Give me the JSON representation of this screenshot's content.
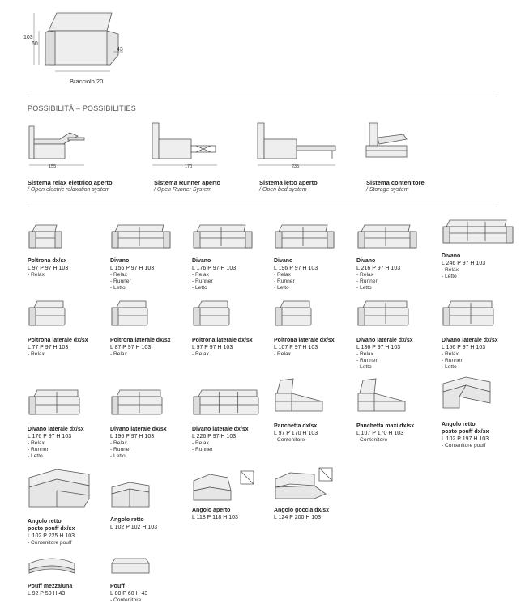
{
  "header": {
    "dim_103": "103",
    "dim_60": "60",
    "dim_43": "43",
    "armrest": "Bracciolo 20"
  },
  "section": {
    "title": "POSSIBILITÀ – POSSIBILITIES"
  },
  "systems": [
    {
      "name": "Sistema relax elettrico aperto",
      "sub": "/ Open electric relaxation system",
      "dim": "155"
    },
    {
      "name": "Sistema Runner aperto",
      "sub": "/ Open Runner System",
      "dim": "170"
    },
    {
      "name": "Sistema letto aperto",
      "sub": "/ Open bed system",
      "dim": "235"
    },
    {
      "name": "Sistema contenitore",
      "sub": "/ Storage system",
      "dim": ""
    }
  ],
  "items": [
    {
      "name": "Poltrona dx/sx",
      "dims": "L 97 P 97 H 103",
      "opts": [
        "- Relax"
      ]
    },
    {
      "name": "Divano",
      "dims": "L 156 P 97 H 103",
      "opts": [
        "- Relax",
        "- Runner",
        "- Letto"
      ]
    },
    {
      "name": "Divano",
      "dims": "L 176 P 97 H 103",
      "opts": [
        "- Relax",
        "- Runner",
        "- Letto"
      ]
    },
    {
      "name": "Divano",
      "dims": "L 196 P 97 H 103",
      "opts": [
        "- Relax",
        "- Runner",
        "- Letto"
      ]
    },
    {
      "name": "Divano",
      "dims": "L 216 P 97 H 103",
      "opts": [
        "- Relax",
        "- Runner",
        "- Letto"
      ]
    },
    {
      "name": "Divano",
      "dims": "L 246 P 97 H 103",
      "opts": [
        "- Relax",
        "- Letto"
      ]
    },
    {
      "name": "Poltrona laterale dx/sx",
      "dims": "L 77 P 97 H 103",
      "opts": [
        "- Relax"
      ]
    },
    {
      "name": "Poltrona laterale dx/sx",
      "dims": "L 87 P 97 H 103",
      "opts": [
        "- Relax"
      ]
    },
    {
      "name": "Poltrona laterale dx/sx",
      "dims": "L 97 P 97 H 103",
      "opts": [
        "- Relax"
      ]
    },
    {
      "name": "Poltrona laterale dx/sx",
      "dims": "L 107 P 97 H 103",
      "opts": [
        "- Relax"
      ]
    },
    {
      "name": "Divano laterale dx/sx",
      "dims": "L 136 P 97 H 103",
      "opts": [
        "- Relax",
        "- Runner",
        "- Letto"
      ]
    },
    {
      "name": "Divano laterale dx/sx",
      "dims": "L 156 P 97 H 103",
      "opts": [
        "- Relax",
        "- Runner",
        "- Letto"
      ]
    },
    {
      "name": "Divano laterale dx/sx",
      "dims": "L 176 P 97 H 103",
      "opts": [
        "- Relax",
        "- Runner",
        "- Letto"
      ]
    },
    {
      "name": "Divano laterale dx/sx",
      "dims": "L 196 P 97 H 103",
      "opts": [
        "- Relax",
        "- Runner",
        "- Letto"
      ]
    },
    {
      "name": "Divano laterale dx/sx",
      "dims": "L 226 P 97 H 103",
      "opts": [
        "- Relax",
        "- Runner"
      ]
    },
    {
      "name": "Panchetta dx/sx",
      "dims": "L 97 P 170 H 103",
      "opts": [
        "- Contenitore"
      ]
    },
    {
      "name": "Panchetta maxi dx/sx",
      "dims": "L 107 P 170 H 103",
      "opts": [
        "- Contenitore"
      ]
    },
    {
      "name": "Angolo retto",
      "name2": "posto pouff dx/sx",
      "dims": "L 102 P 197 H 103",
      "opts": [
        "- Contenitore pouff"
      ]
    },
    {
      "name": "Angolo retto",
      "name2": "posto pouff dx/sx",
      "dims": "L 102 P 225 H 103",
      "opts": [
        "- Contenitore pouff"
      ]
    },
    {
      "name": "Angolo retto",
      "dims": "L 102 P 102 H 103",
      "opts": []
    },
    {
      "name": "Angolo aperto",
      "dims": "L 118 P 118 H 103",
      "opts": []
    },
    {
      "name": "Angolo goccia dx/sx",
      "dims": "L 124 P 200 H 103",
      "opts": []
    },
    {
      "name": "Pouff mezzaluna",
      "dims": "L 92 P 50 H 43",
      "opts": []
    },
    {
      "name": "Pouff",
      "dims": "L 80 P 60 H 43",
      "opts": [
        "- Contenitore"
      ]
    }
  ]
}
